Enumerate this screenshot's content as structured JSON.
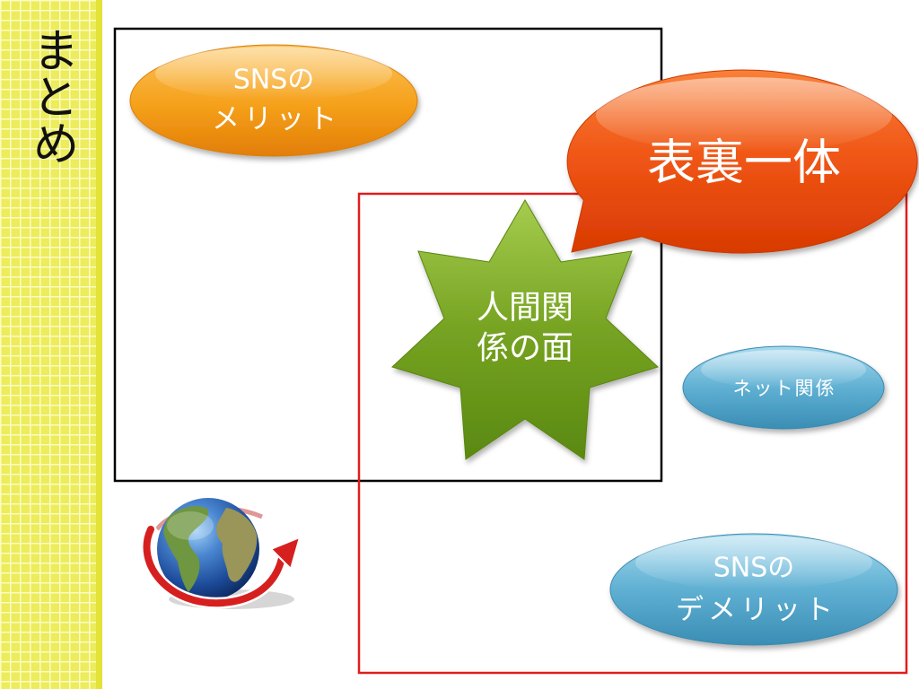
{
  "slide": {
    "title": "まとめ"
  },
  "merit_oval": {
    "line1": "SNSの",
    "line2": "メリット"
  },
  "callout": {
    "text": "表裏一体"
  },
  "star": {
    "line1": "人間関",
    "line2": "係の面"
  },
  "net_oval": {
    "text": "ネット関係"
  },
  "demerit_oval": {
    "line1": "SNSの",
    "line2": "デメリット"
  },
  "icons": {
    "globe": "globe-with-arrow-icon"
  },
  "colors": {
    "sidebar": "#ecec5c",
    "sidebar_edge": "#e2e238",
    "frame_black": "#000000",
    "frame_red": "#e21c1c",
    "merit_oval": "#f5a01a",
    "callout": "#ef5414",
    "star": "#76a322",
    "blue_oval": "#5fb0d3",
    "label_text": "#ffffff"
  }
}
